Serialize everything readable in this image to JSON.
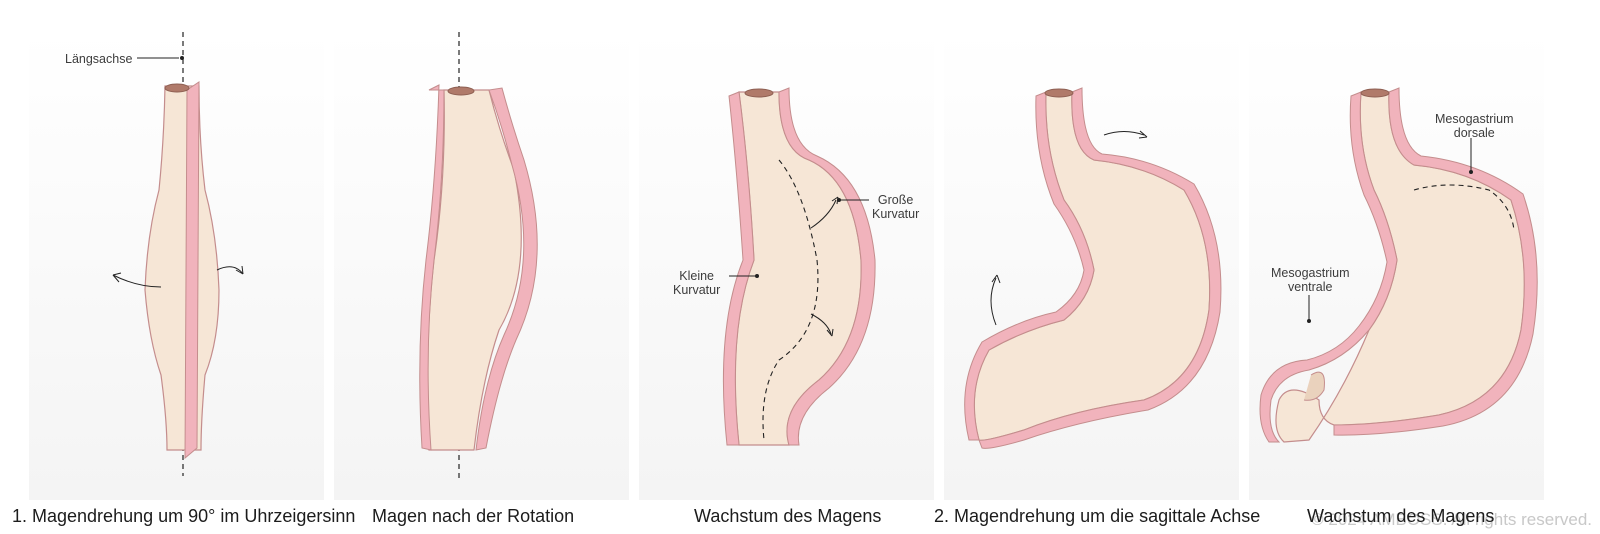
{
  "panels": [
    {
      "caption": "1. Magendrehung um 90° im Uhrzeigersinn",
      "labels": {
        "axis": "Längsachse"
      }
    },
    {
      "caption": "Magen nach der Rotation"
    },
    {
      "caption": "Wachstum des Magens",
      "labels": {
        "greater_line1": "Große",
        "greater_line2": "Kurvatur",
        "lesser_line1": "Kleine",
        "lesser_line2": "Kurvatur"
      }
    },
    {
      "caption": "2. Magendrehung um die sagittale Achse"
    },
    {
      "caption": "Wachstum des Magens",
      "labels": {
        "dorsal_line1": "Mesogastrium",
        "dorsal_line2": "dorsale",
        "ventral_line1": "Mesogastrium",
        "ventral_line2": "ventrale"
      }
    }
  ],
  "copyright": "© 2024 AMBOSS. All rights reserved.",
  "colors": {
    "tissue": "#f6e6d6",
    "tissue_shadow": "#ead2bd",
    "mucosa_pink": "#f1b3bc",
    "outline": "#c48d8d",
    "line": "#222222"
  }
}
